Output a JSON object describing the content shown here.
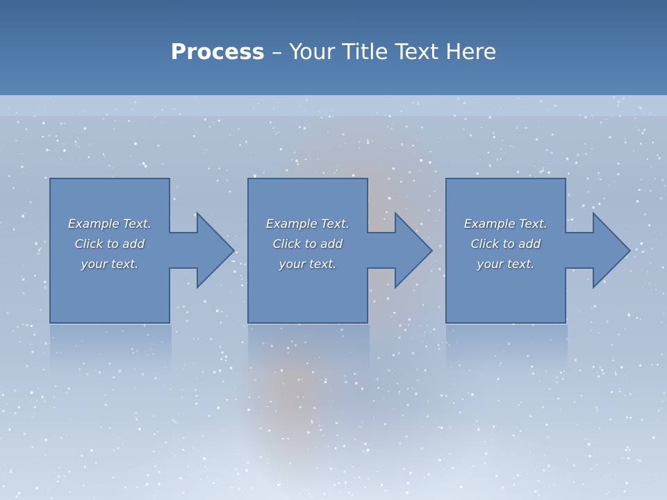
{
  "slide": {
    "title_bold": "Process",
    "title_rest": " – Your Title Text Here",
    "steps": [
      {
        "line1": "Example Text.",
        "line2": "Click  to add",
        "line3": "your text."
      },
      {
        "line1": "Example Text.",
        "line2": "Click  to add",
        "line3": "your text."
      },
      {
        "line1": "Example Text.",
        "line2": "Click  to add",
        "line3": "your text."
      }
    ]
  },
  "colors": {
    "header": "#4f79a8",
    "box_fill": "#6d8fbb",
    "box_border": "#3e5f86",
    "text": "#ffffff"
  },
  "icons": [
    "right-arrow-icon"
  ]
}
